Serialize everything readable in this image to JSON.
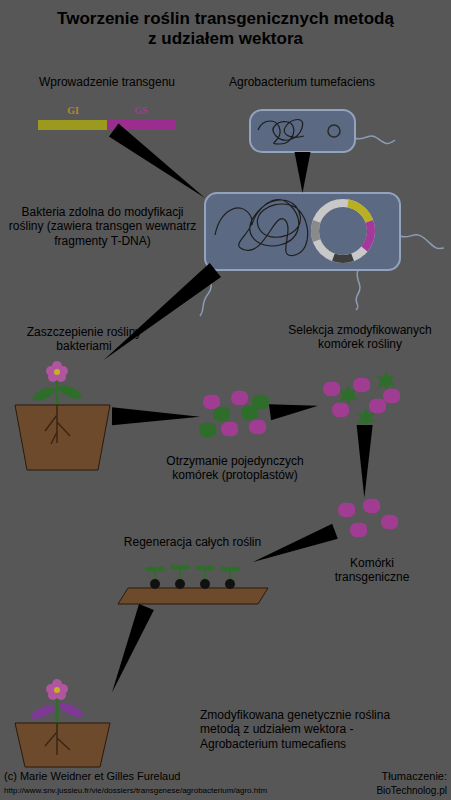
{
  "diagram": {
    "title": "Tworzenie roślin transgenicznych metodą z udziałem wektora",
    "nodes": [
      {
        "text": [
          "Wprowadzenie transgenu",
          "GI",
          "GS"
        ]
      },
      {
        "text": [
          "Agrobacterium tumefaciens"
        ]
      },
      {
        "text": [
          "Bakteria zdolna do modyfikacji rośliny (zawiera transgen wewnatrz fragmenty T-DNA)"
        ]
      },
      {
        "text": [
          "Zaszczepienie rośliny bakteriami"
        ]
      },
      {
        "text": [
          "Otrzymanie pojedynczych komórek (protoplastów)"
        ]
      },
      {
        "text": [
          "Selekcja zmodyfikowanych komórek rośliny"
        ]
      },
      {
        "text": [
          "Komórki transgeniczne"
        ]
      },
      {
        "text": [
          "Regeneracja całych roślin"
        ]
      },
      {
        "text": [
          "Zmodyfikowana genetycznie roślina metodą z udziałem wektora - Agrobacterium tumecafiens"
        ]
      }
    ],
    "edges": [
      {
        "from": 0,
        "to": 2,
        "arrow": "to"
      },
      {
        "from": 1,
        "to": 2,
        "arrow": "to"
      },
      {
        "from": 2,
        "to": 3,
        "arrow": "to"
      },
      {
        "from": 3,
        "to": 4,
        "arrow": "to"
      },
      {
        "from": 4,
        "to": 5,
        "arrow": "to"
      },
      {
        "from": 5,
        "to": 6,
        "arrow": "to"
      },
      {
        "from": 6,
        "to": 7,
        "arrow": "to"
      },
      {
        "from": 7,
        "to": 8,
        "arrow": "to"
      }
    ],
    "labels": [
      "(c) Marie Weidner et Gilles Furelaud",
      "http://www.snv.jussieu.fr/vie/dossiers/transgenese/agrobacterium/agro.htm",
      "Tłumaczenie:",
      "BioTechnolog.pl"
    ]
  }
}
